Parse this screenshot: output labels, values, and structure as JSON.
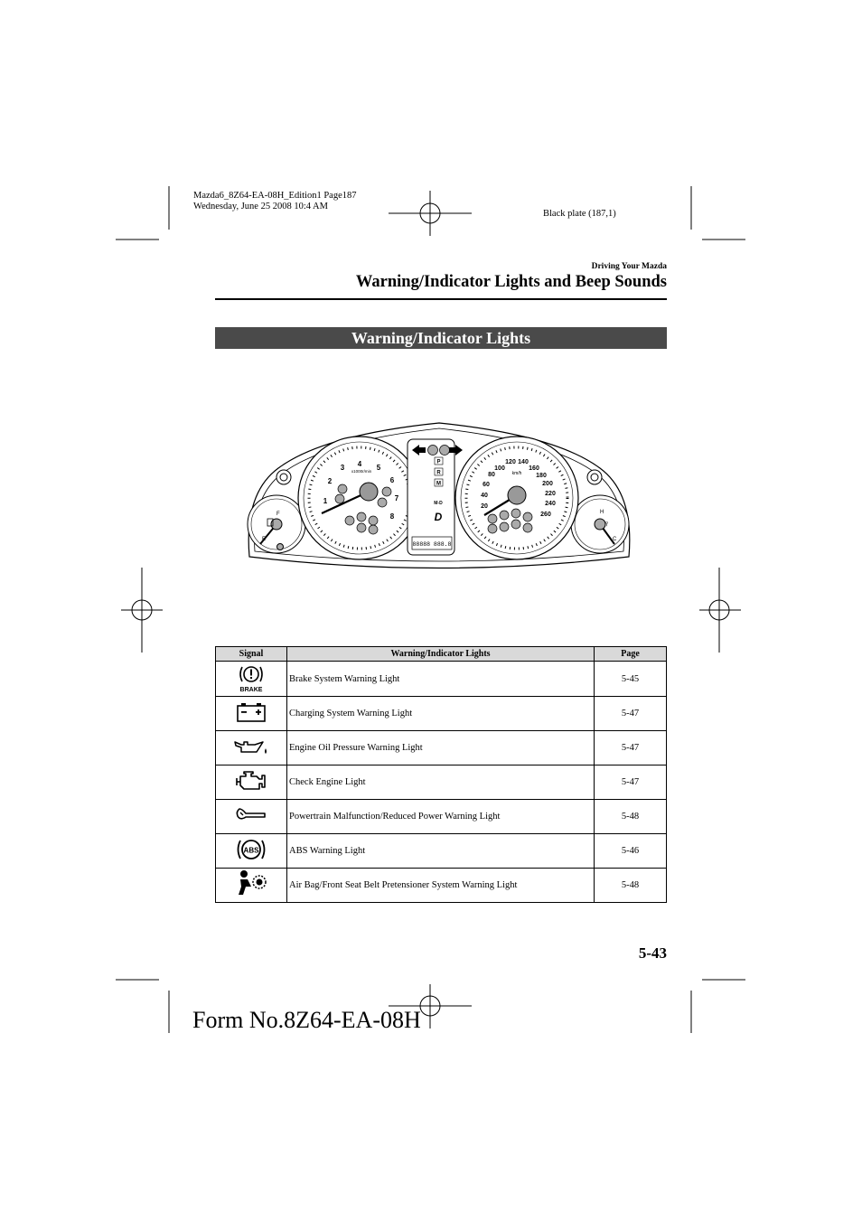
{
  "print_meta": {
    "line1": "Mazda6_8Z64-EA-08H_Edition1 Page187",
    "line2": "Wednesday, June 25 2008 10:4 AM",
    "plate": "Black plate (187,1)"
  },
  "header": {
    "section": "Driving Your Mazda",
    "title": "Warning/Indicator Lights and Beep Sounds"
  },
  "banner": "Warning/Indicator Lights",
  "cluster": {
    "tach_numbers": [
      "1",
      "2",
      "3",
      "4",
      "5",
      "6",
      "7",
      "8"
    ],
    "tach_unit": "x1000r/min",
    "speed_numbers": [
      "20",
      "40",
      "60",
      "80",
      "100",
      "120",
      "140",
      "160",
      "180",
      "200",
      "220",
      "240",
      "260"
    ],
    "speed_unit": "km/h",
    "fuel_full": "F",
    "fuel_empty": "E",
    "temp_hot": "H",
    "temp_cold": "C",
    "gear_p": "P",
    "gear_r": "R",
    "gear_m": "M",
    "gear_md": "M-D",
    "gear_d": "D",
    "odo": "88888 888.8"
  },
  "table": {
    "headers": [
      "Signal",
      "Warning/Indicator Lights",
      "Page"
    ],
    "rows": [
      {
        "icon": "brake-warning-icon",
        "icon_label": "BRAKE",
        "name": "Brake System Warning Light",
        "page": "5-45"
      },
      {
        "icon": "battery-icon",
        "name": "Charging System Warning Light",
        "page": "5-47"
      },
      {
        "icon": "oil-can-icon",
        "name": "Engine Oil Pressure Warning Light",
        "page": "5-47"
      },
      {
        "icon": "check-engine-icon",
        "name": "Check Engine Light",
        "page": "5-47"
      },
      {
        "icon": "wrench-icon",
        "name": "Powertrain Malfunction/Reduced Power Warning Light",
        "page": "5-48"
      },
      {
        "icon": "abs-icon",
        "icon_label": "ABS",
        "name": "ABS Warning Light",
        "page": "5-46"
      },
      {
        "icon": "airbag-icon",
        "name": "Air Bag/Front Seat Belt Pretensioner System Warning Light",
        "page": "5-48"
      }
    ]
  },
  "page_number": "5-43",
  "form_number": "Form No.8Z64-EA-08H"
}
